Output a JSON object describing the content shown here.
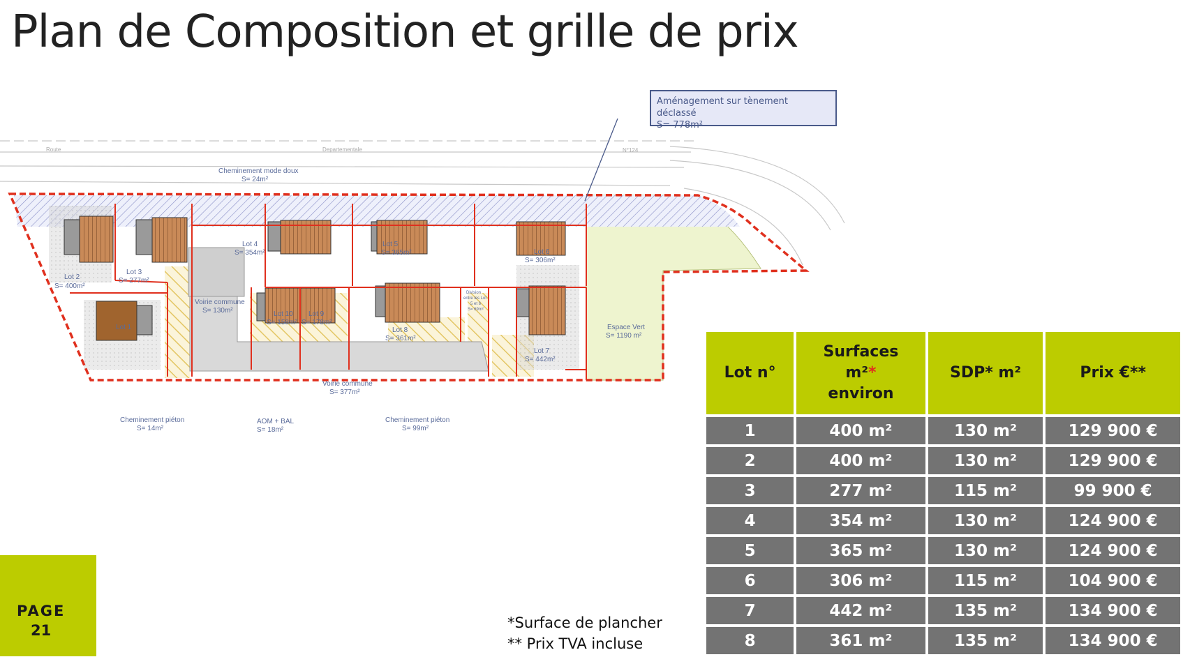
{
  "title": "Plan de Composition et grille de prix",
  "callout": {
    "line1": "Aménagement sur tènement déclassé",
    "line2": "S= 778m²"
  },
  "plan_labels": {
    "route": "Route",
    "departementale": "Departementale",
    "n124": "N°124",
    "chem_doux": "Cheminement mode doux",
    "chem_doux_s": "S= 24m²",
    "lot1": "Lot 1",
    "lot2": "Lot 2",
    "lot2_s": "S= 400m²",
    "lot3": "Lot 3",
    "lot3_s": "S= 277m²",
    "lot4": "Lot 4",
    "lot4_s": "S= 354m²",
    "lot5": "Lot 5",
    "lot5_s": "S= 365m²",
    "lot6": "Lot 6",
    "lot6_s": "S= 306m²",
    "lot7": "Lot 7",
    "lot7_s": "S= 442m²",
    "lot8": "Lot 8",
    "lot8_s": "S= 361m²",
    "lot9": "Lot 9",
    "lot9_s": "S= 178m²",
    "lot10": "Lot 10",
    "lot10_s": "S= 158m²",
    "voirie1": "Voirie commune",
    "voirie1_s": "S= 130m²",
    "voirie2": "Voirie commune",
    "voirie2_s": "S= 377m²",
    "espace": "Espace Vert",
    "espace_s": "S= 1190 m²",
    "chem_p1": "Cheminement piéton",
    "chem_p1_s": "S= 14m²",
    "aom": "AOM + BAL",
    "aom_s": "S= 18m²",
    "chem_p2": "Cheminement piéton",
    "chem_p2_s": "S= 99m²",
    "div1": "Division",
    "div2": "entre les Lot",
    "div3": "5 et 6",
    "div4": "S= 69m²"
  },
  "table": {
    "headers": {
      "lot": "Lot n°",
      "surf1": "Surfaces",
      "surf2": "m²",
      "surf_star": "*",
      "surf3": "environ",
      "sdp": "SDP* m²",
      "prix": "Prix €**"
    },
    "rows": [
      {
        "lot": "1",
        "surface": "400 m²",
        "sdp": "130 m²",
        "prix": "129 900 €"
      },
      {
        "lot": "2",
        "surface": "400 m²",
        "sdp": "130 m²",
        "prix": "129 900 €"
      },
      {
        "lot": "3",
        "surface": "277 m²",
        "sdp": "115 m²",
        "prix": "99 900 €"
      },
      {
        "lot": "4",
        "surface": "354 m²",
        "sdp": "130 m²",
        "prix": "124 900 €"
      },
      {
        "lot": "5",
        "surface": "365 m²",
        "sdp": "130 m²",
        "prix": "124 900 €"
      },
      {
        "lot": "6",
        "surface": "306 m²",
        "sdp": "115 m²",
        "prix": "104 900 €"
      },
      {
        "lot": "7",
        "surface": "442 m²",
        "sdp": "135 m²",
        "prix": "134 900 €"
      },
      {
        "lot": "8",
        "surface": "361 m²",
        "sdp": "135 m²",
        "prix": "134 900 €"
      }
    ]
  },
  "page": {
    "word": "PAGE",
    "number": "21"
  },
  "notes": {
    "n1": "*Surface de plancher",
    "n2": "** Prix TVA incluse"
  },
  "colors": {
    "accent": "#bccc00",
    "row_bg": "#737373",
    "boundary": "#e0301e",
    "callout_border": "#4a5a8a"
  }
}
